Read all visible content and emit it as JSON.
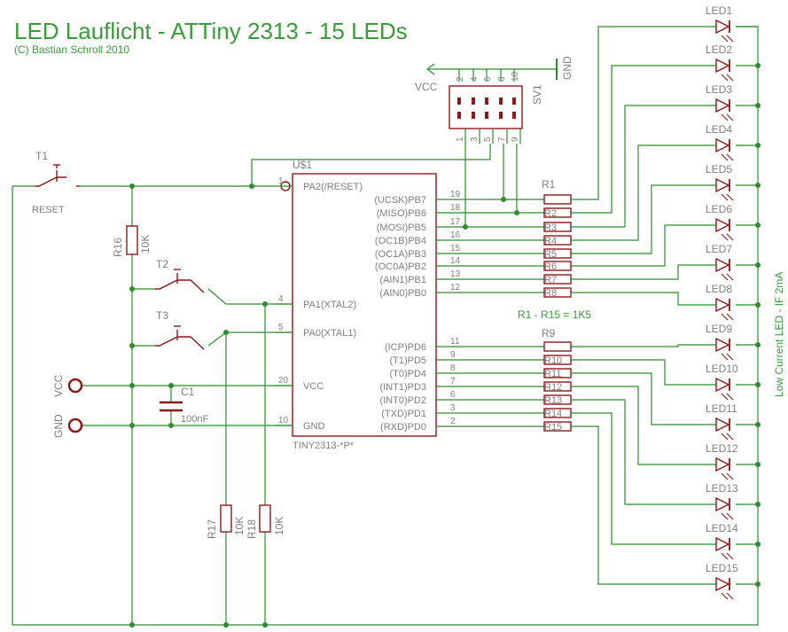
{
  "title": "LED Lauflicht - ATTiny 2313 - 15 LEDs",
  "copyright": "(C) Bastian Schroll 2010",
  "ic": {
    "ref": "U$1",
    "part": "TINY2313-*P*",
    "left_pins": [
      {
        "num": "1",
        "name": "PA2(/RESET)"
      },
      {
        "num": "4",
        "name": "PA1(XTAL2)"
      },
      {
        "num": "5",
        "name": "PA0(XTAL1)"
      },
      {
        "num": "20",
        "name": "VCC"
      },
      {
        "num": "10",
        "name": "GND"
      }
    ],
    "right_pins": [
      {
        "num": "19",
        "name": "(UCSK)PB7"
      },
      {
        "num": "18",
        "name": "(MISO)PB6"
      },
      {
        "num": "17",
        "name": "(MOSI)PB5"
      },
      {
        "num": "16",
        "name": "(OC1B)PB4"
      },
      {
        "num": "15",
        "name": "(OC1A)PB3"
      },
      {
        "num": "14",
        "name": "(OC0A)PB2"
      },
      {
        "num": "13",
        "name": "(AIN1)PB1"
      },
      {
        "num": "12",
        "name": "(AIN0)PB0"
      },
      {
        "num": "11",
        "name": "(ICP)PD6"
      },
      {
        "num": "9",
        "name": "(T1)PD5"
      },
      {
        "num": "8",
        "name": "(T0)PD4"
      },
      {
        "num": "7",
        "name": "(INT1)PD3"
      },
      {
        "num": "6",
        "name": "(INT0)PD2"
      },
      {
        "num": "3",
        "name": "(TXD)PD1"
      },
      {
        "num": "2",
        "name": "(RXD)PD0"
      }
    ]
  },
  "header": {
    "ref": "SV1",
    "top_pins": [
      "2",
      "4",
      "6",
      "8",
      "10"
    ],
    "bottom_pins": [
      "1",
      "3",
      "5",
      "7",
      "9"
    ],
    "vcc": "VCC",
    "gnd": "GND"
  },
  "resistors": {
    "group1_ref": "R1",
    "group2_ref": "R9",
    "labels": [
      "R2",
      "R3",
      "R4",
      "R5",
      "R6",
      "R7",
      "R8",
      "R10",
      "R11",
      "R12",
      "R13",
      "R14",
      "R15"
    ],
    "note": "R1 - R15 = 1K5",
    "r16": {
      "ref": "R16",
      "value": "10K"
    },
    "r17": {
      "ref": "R17",
      "value": "10K"
    },
    "r18": {
      "ref": "R18",
      "value": "10K"
    }
  },
  "leds": [
    "LED1",
    "LED2",
    "LED3",
    "LED4",
    "LED5",
    "LED6",
    "LED7",
    "LED8",
    "LED9",
    "LED10",
    "LED11",
    "LED12",
    "LED13",
    "LED14",
    "LED15"
  ],
  "led_note": "Low Current LED - IF 2mA",
  "switches": [
    {
      "ref": "T1",
      "label": "RESET"
    },
    {
      "ref": "T2",
      "label": ""
    },
    {
      "ref": "T3",
      "label": ""
    }
  ],
  "capacitor": {
    "ref": "C1",
    "value": "100nF"
  },
  "power_pads": {
    "vcc": "VCC",
    "gnd": "GND"
  }
}
